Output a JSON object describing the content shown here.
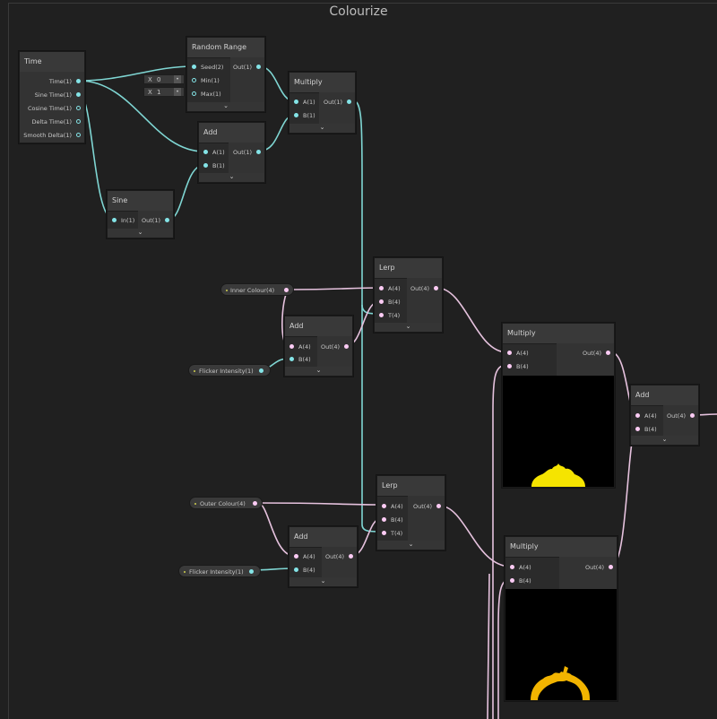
{
  "graph": {
    "group_title": "Colourize"
  },
  "nodes": {
    "time": {
      "title": "Time",
      "outputs": [
        "Time(1)",
        "Sine Time(1)",
        "Cosine Time(1)",
        "Delta Time(1)",
        "Smooth Delta(1)"
      ]
    },
    "random_range": {
      "title": "Random Range",
      "inputs": [
        "Seed(2)",
        "Min(1)",
        "Max(1)"
      ],
      "output": "Out(1)",
      "min_label": "X",
      "min_value": "0",
      "max_label": "X",
      "max_value": "1"
    },
    "sine": {
      "title": "Sine",
      "input": "In(1)",
      "output": "Out(1)"
    },
    "add_time": {
      "title": "Add",
      "inputs": [
        "A(1)",
        "B(1)"
      ],
      "output": "Out(1)"
    },
    "multiply_time": {
      "title": "Multiply",
      "inputs": [
        "A(1)",
        "B(1)"
      ],
      "output": "Out(1)"
    },
    "lerp_inner": {
      "title": "Lerp",
      "inputs": [
        "A(4)",
        "B(4)",
        "T(4)"
      ],
      "output": "Out(4)"
    },
    "add_inner": {
      "title": "Add",
      "inputs": [
        "A(4)",
        "B(4)"
      ],
      "output": "Out(4)"
    },
    "lerp_outer": {
      "title": "Lerp",
      "inputs": [
        "A(4)",
        "B(4)",
        "T(4)"
      ],
      "output": "Out(4)"
    },
    "add_outer": {
      "title": "Add",
      "inputs": [
        "A(4)",
        "B(4)"
      ],
      "output": "Out(4)"
    },
    "multiply_inner": {
      "title": "Multiply",
      "inputs": [
        "A(4)",
        "B(4)"
      ],
      "output": "Out(4)"
    },
    "multiply_outer": {
      "title": "Multiply",
      "inputs": [
        "A(4)",
        "B(4)"
      ],
      "output": "Out(4)"
    },
    "add_final": {
      "title": "Add",
      "inputs": [
        "A(4)",
        "B(4)"
      ],
      "output": "Out(4)"
    }
  },
  "properties": {
    "inner_colour": "Inner Colour(4)",
    "flicker_intensity_1": "Flicker Intensity(1)",
    "outer_colour": "Outer Colour(4)",
    "flicker_intensity_2": "Flicker Intensity(1)"
  },
  "colors": {
    "float_port": "#84e4e7",
    "vector4_port": "#fbcbf4",
    "preview_flame_inner": "#f5e400",
    "preview_flame_outer": "#f2b400",
    "background": "#202020"
  },
  "icons": {
    "collapse": "chevron-down-icon",
    "expand_field": "dot-icon"
  }
}
